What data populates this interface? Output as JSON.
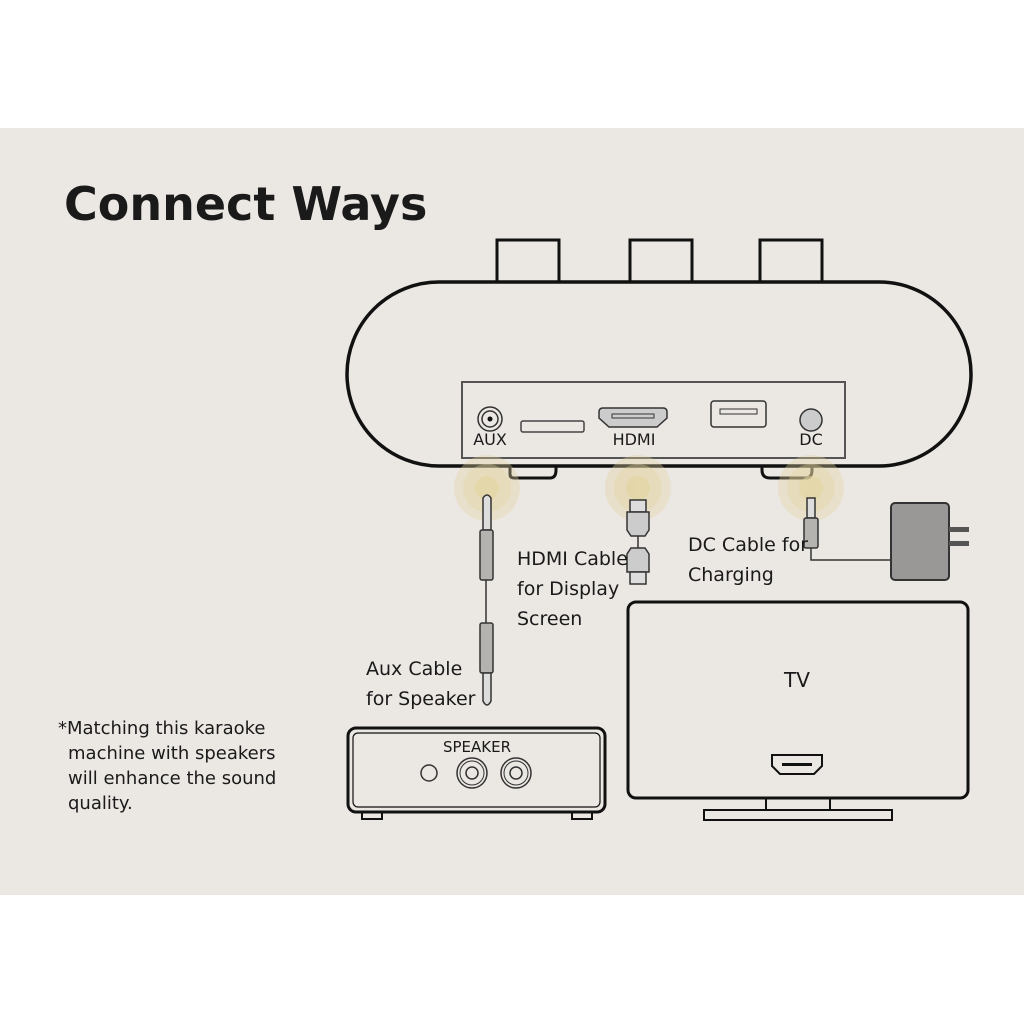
{
  "title": "Connect Ways",
  "ports": {
    "aux": "AUX",
    "hdmi": "HDMI",
    "dc": "DC"
  },
  "cables": {
    "hdmi": [
      "HDMI Cable",
      "for Display",
      "Screen"
    ],
    "dc": [
      "DC Cable for",
      "Charging"
    ],
    "aux": [
      "Aux Cable",
      "for Speaker"
    ]
  },
  "devices": {
    "speaker": "SPEAKER",
    "tv": "TV"
  },
  "note": [
    "*Matching this karaoke",
    "machine with speakers",
    "will enhance the sound",
    "quality."
  ],
  "colors": {
    "background": "#ebe7e3",
    "glow": "#e8d9a8",
    "cable": "#b5b3b0"
  }
}
